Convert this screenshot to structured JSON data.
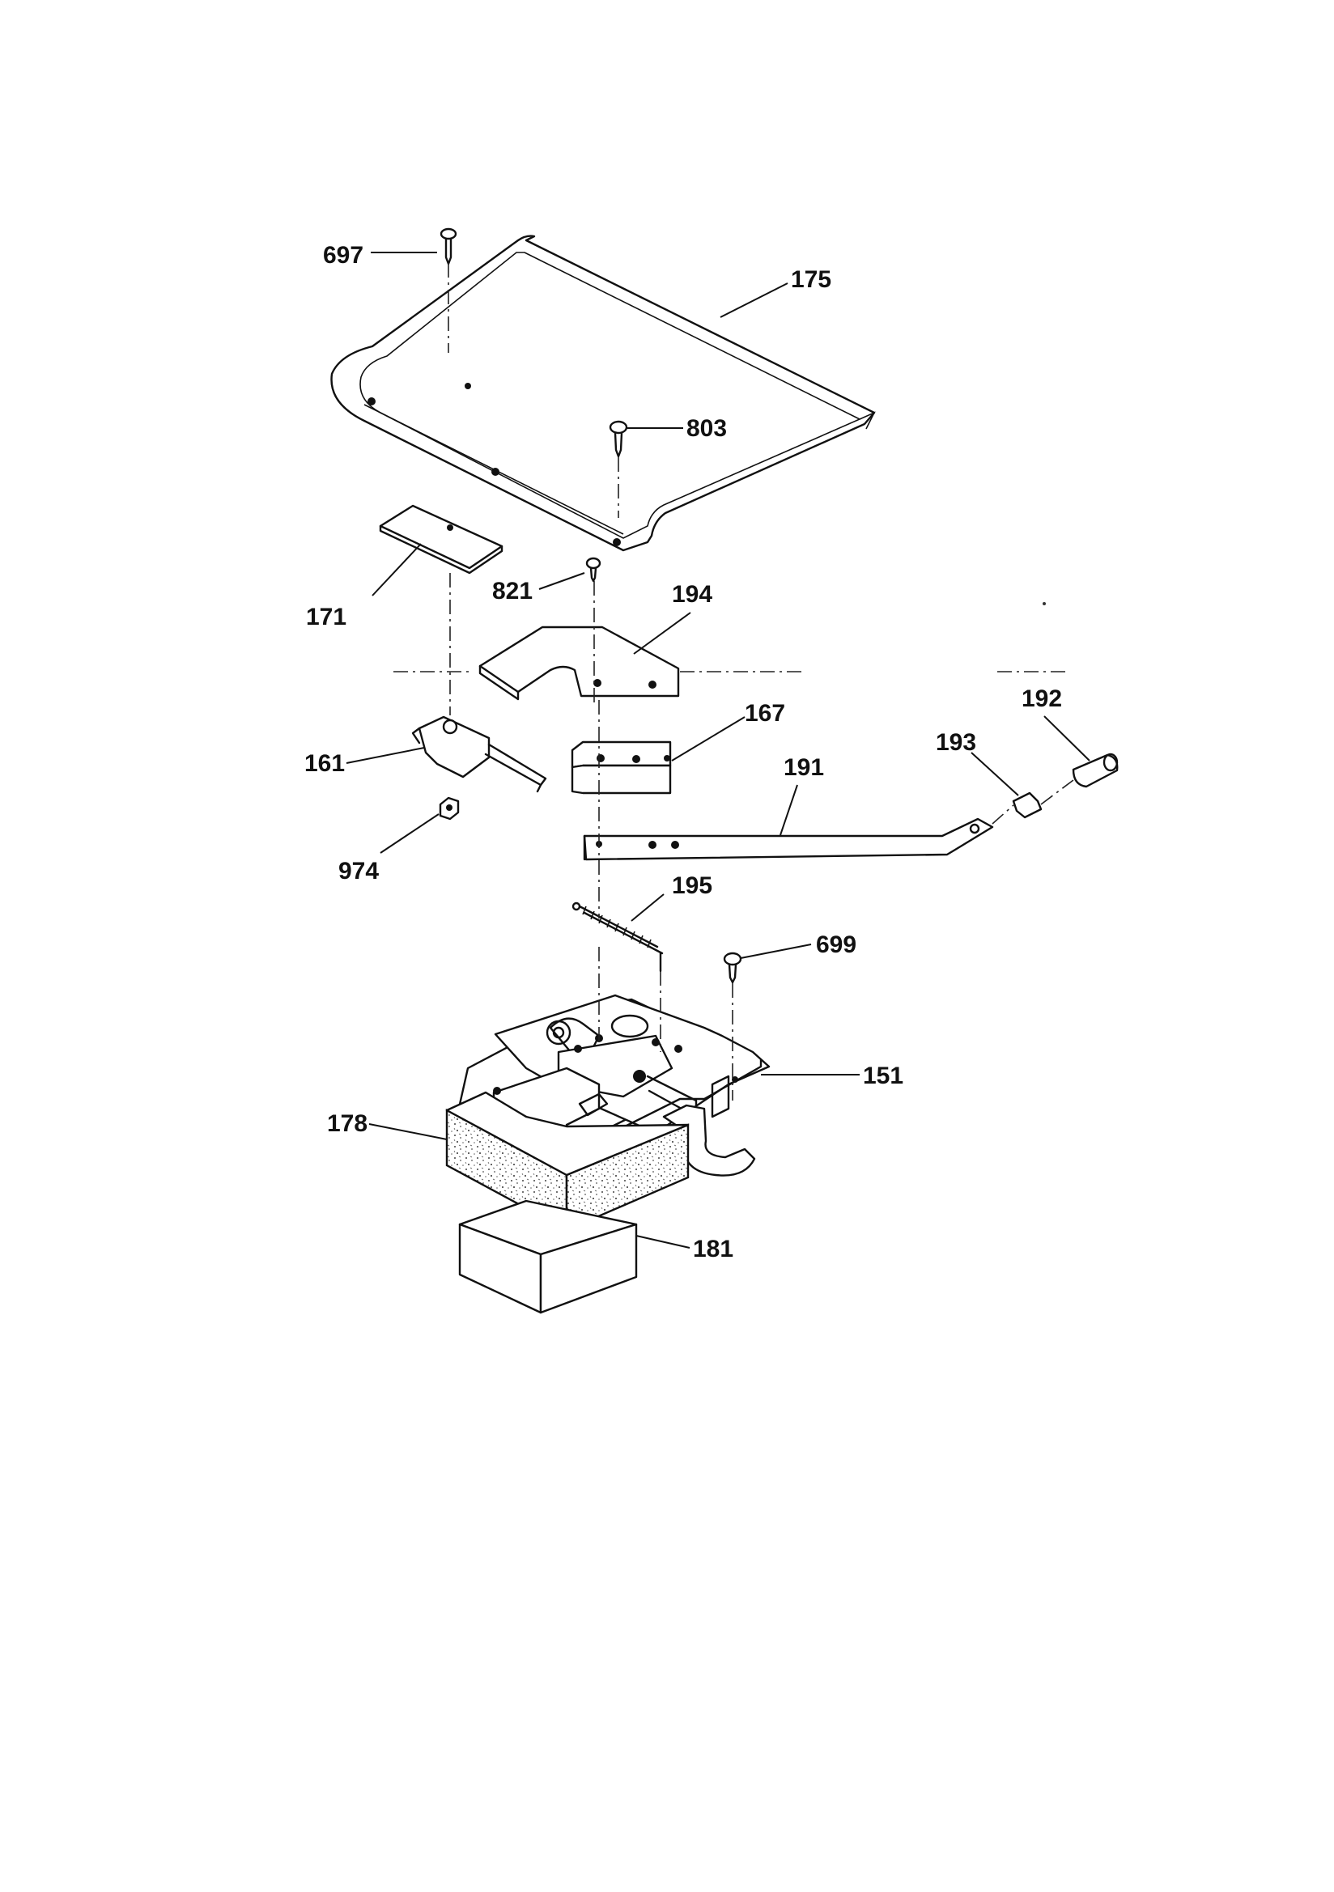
{
  "labels": {
    "p697": "697",
    "p175": "175",
    "p803": "803",
    "p171": "171",
    "p821": "821",
    "p194": "194",
    "p167": "167",
    "p192": "192",
    "p193": "193",
    "p161": "161",
    "p191": "191",
    "p974": "974",
    "p195": "195",
    "p699": "699",
    "p151": "151",
    "p178": "178",
    "p181": "181"
  }
}
